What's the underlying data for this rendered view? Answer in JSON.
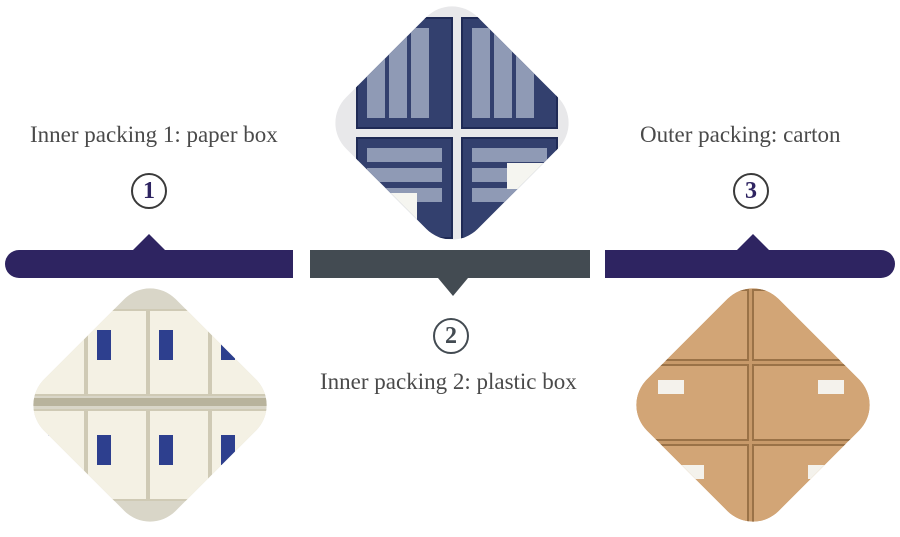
{
  "steps": [
    {
      "number": "1",
      "label": "Inner packing 1: paper box"
    },
    {
      "number": "2",
      "label": "Inner packing 2: plastic box"
    },
    {
      "number": "3",
      "label": "Outer packing: carton"
    }
  ],
  "colors": {
    "bar_purple": "#2e2461",
    "bar_gray": "#434b52",
    "number_text": "#2e2461",
    "number_border": "#3a3a3a",
    "label_text": "#4a4a4a"
  },
  "photos": [
    {
      "name": "paper-box-photo"
    },
    {
      "name": "plastic-box-photo"
    },
    {
      "name": "carton-photo"
    }
  ]
}
